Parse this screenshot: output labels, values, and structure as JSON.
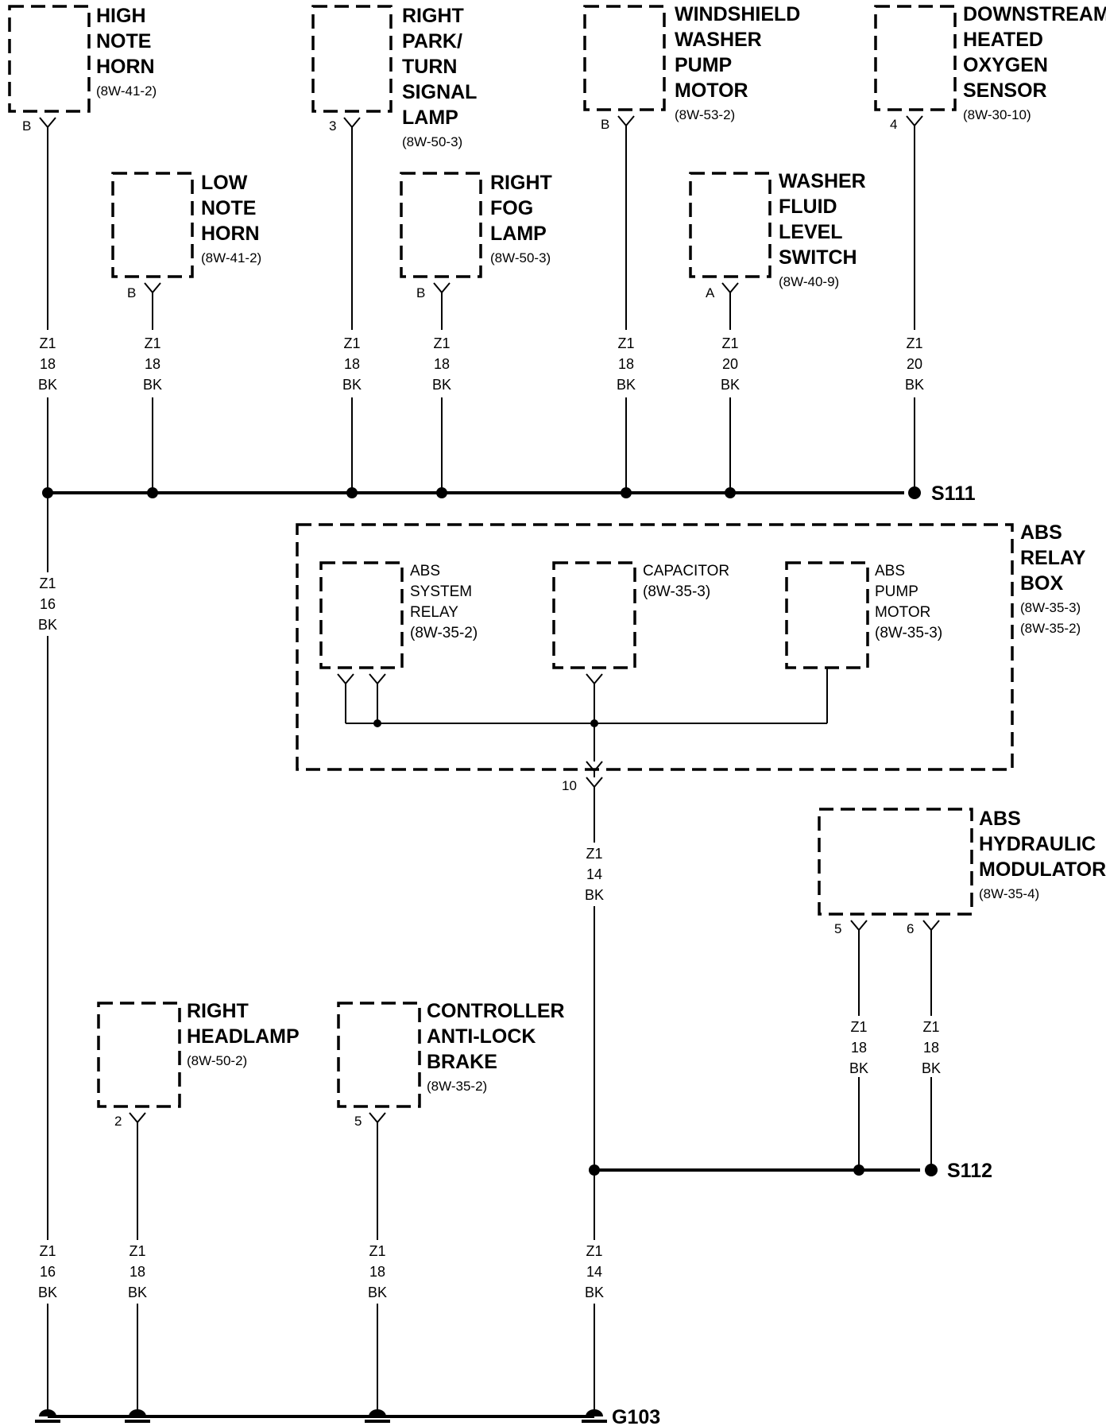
{
  "components": [
    {
      "id": "high_note_horn",
      "lines": [
        "HIGH",
        "NOTE",
        "HORN"
      ],
      "ref": "(8W-41-2)",
      "pin": "B"
    },
    {
      "id": "low_note_horn",
      "lines": [
        "LOW",
        "NOTE",
        "HORN"
      ],
      "ref": "(8W-41-2)",
      "pin": "B"
    },
    {
      "id": "right_park_turn_signal_lamp",
      "lines": [
        "RIGHT",
        "PARK/",
        "TURN",
        "SIGNAL",
        "LAMP"
      ],
      "ref": "(8W-50-3)",
      "pin": "3"
    },
    {
      "id": "right_fog_lamp",
      "lines": [
        "RIGHT",
        "FOG",
        "LAMP"
      ],
      "ref": "(8W-50-3)",
      "pin": "B"
    },
    {
      "id": "windshield_washer_pump_motor",
      "lines": [
        "WINDSHIELD",
        "WASHER",
        "PUMP",
        "MOTOR"
      ],
      "ref": "(8W-53-2)",
      "pin": "B"
    },
    {
      "id": "washer_fluid_level_switch",
      "lines": [
        "WASHER",
        "FLUID",
        "LEVEL",
        "SWITCH"
      ],
      "ref": "(8W-40-9)",
      "pin": "A"
    },
    {
      "id": "downstream_heated_oxygen_sensor",
      "lines": [
        "DOWNSTREAM",
        "HEATED",
        "OXYGEN",
        "SENSOR"
      ],
      "ref": "(8W-30-10)",
      "pin": "4"
    },
    {
      "id": "abs_hydraulic_modulator",
      "lines": [
        "ABS",
        "HYDRAULIC",
        "MODULATOR"
      ],
      "ref": "(8W-35-4)",
      "pins": [
        "5",
        "6"
      ]
    },
    {
      "id": "right_headlamp",
      "lines": [
        "RIGHT",
        "HEADLAMP"
      ],
      "ref": "(8W-50-2)",
      "pin": "2"
    },
    {
      "id": "controller_anti_lock_brake",
      "lines": [
        "CONTROLLER",
        "ANTI-LOCK",
        "BRAKE"
      ],
      "ref": "(8W-35-2)",
      "pin": "5"
    }
  ],
  "abs_relay_box": {
    "lines": [
      "ABS",
      "RELAY",
      "BOX"
    ],
    "refs": [
      "(8W-35-3)",
      "(8W-35-2)"
    ],
    "pin": "10",
    "subcomponents": [
      {
        "id": "abs_system_relay",
        "lines": [
          "ABS",
          "SYSTEM",
          "RELAY"
        ],
        "ref": "(8W-35-2)"
      },
      {
        "id": "capacitor",
        "lines": [
          "CAPACITOR"
        ],
        "ref": "(8W-35-3)"
      },
      {
        "id": "abs_pump_motor",
        "lines": [
          "ABS",
          "PUMP",
          "MOTOR"
        ],
        "ref": "(8W-35-3)"
      }
    ]
  },
  "wires": [
    {
      "id": "w_high_horn",
      "circuit": "Z1",
      "gauge": "18",
      "color": "BK"
    },
    {
      "id": "w_low_horn",
      "circuit": "Z1",
      "gauge": "18",
      "color": "BK"
    },
    {
      "id": "w_park_lamp",
      "circuit": "Z1",
      "gauge": "18",
      "color": "BK"
    },
    {
      "id": "w_fog_lamp",
      "circuit": "Z1",
      "gauge": "18",
      "color": "BK"
    },
    {
      "id": "w_washer_pump",
      "circuit": "Z1",
      "gauge": "18",
      "color": "BK"
    },
    {
      "id": "w_fluid_switch",
      "circuit": "Z1",
      "gauge": "20",
      "color": "BK"
    },
    {
      "id": "w_o2_sensor",
      "circuit": "Z1",
      "gauge": "20",
      "color": "BK"
    },
    {
      "id": "w_main_upper",
      "circuit": "Z1",
      "gauge": "16",
      "color": "BK"
    },
    {
      "id": "w_abs_box",
      "circuit": "Z1",
      "gauge": "14",
      "color": "BK"
    },
    {
      "id": "w_modulator_5",
      "circuit": "Z1",
      "gauge": "18",
      "color": "BK"
    },
    {
      "id": "w_modulator_6",
      "circuit": "Z1",
      "gauge": "18",
      "color": "BK"
    },
    {
      "id": "w_main_lower",
      "circuit": "Z1",
      "gauge": "16",
      "color": "BK"
    },
    {
      "id": "w_headlamp",
      "circuit": "Z1",
      "gauge": "18",
      "color": "BK"
    },
    {
      "id": "w_controller",
      "circuit": "Z1",
      "gauge": "18",
      "color": "BK"
    },
    {
      "id": "w_s112_ground",
      "circuit": "Z1",
      "gauge": "14",
      "color": "BK"
    }
  ],
  "splices": {
    "s111": "S111",
    "s112": "S112"
  },
  "ground": {
    "g103": "G103"
  }
}
